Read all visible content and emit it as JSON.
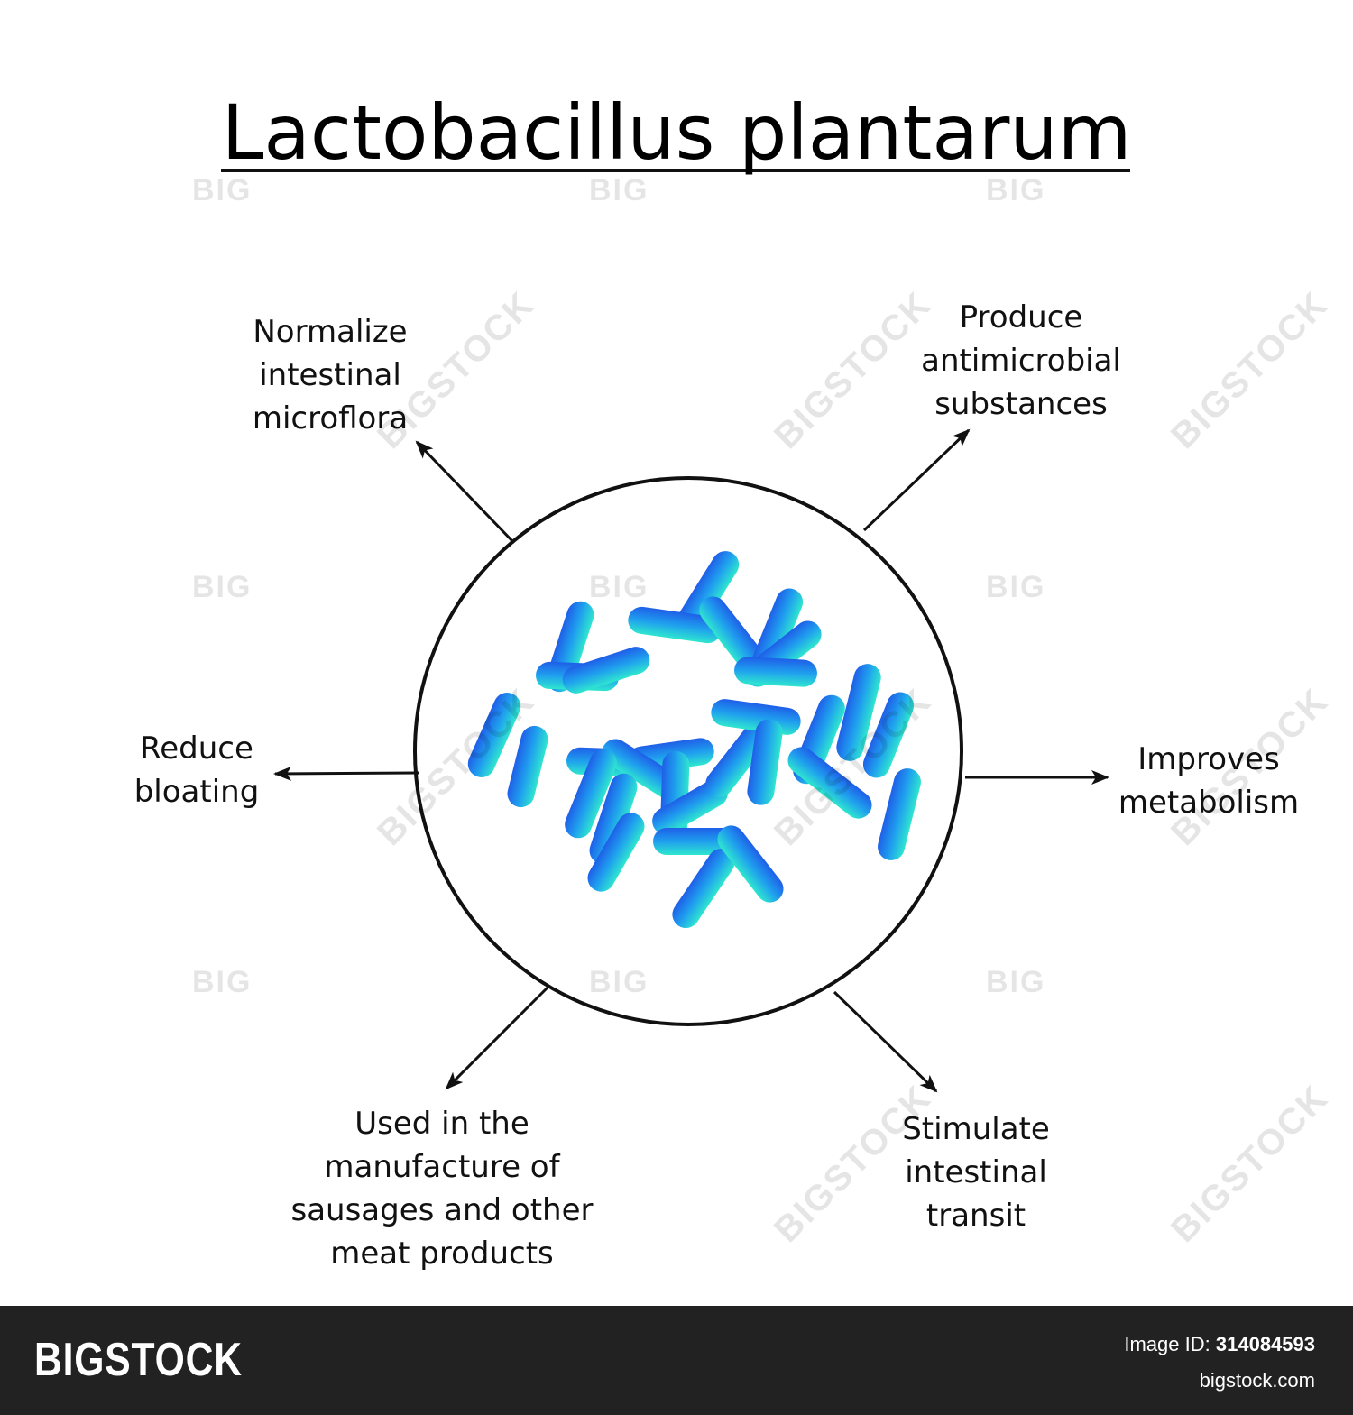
{
  "title": "Lactobacillus plantarum",
  "labels": {
    "top_left": "Normalize\nintestinal\nmicroflora",
    "top_right": "Produce\nantimicrobial\nsubstances",
    "left": "Reduce\nbloating",
    "right": "Improves\nmetabolism",
    "bottom_left": "Used in the\nmanufacture of\nsausages and other\nmeat products",
    "bottom_right": "Stimulate\nintestinal\ntransit"
  },
  "colors": {
    "bacteria_dark": "#1f5fe8",
    "bacteria_mid": "#1f9fee",
    "bacteria_light": "#2fe6cf",
    "line": "#111111",
    "footer_bg": "#222222"
  },
  "watermark": {
    "big": "BIG",
    "stock": "BIGSTOCK"
  },
  "footer": {
    "brand": "BIGSTOCK",
    "image_id_label": "Image ID:",
    "image_id": "314084593",
    "site": "bigstock.com"
  }
}
